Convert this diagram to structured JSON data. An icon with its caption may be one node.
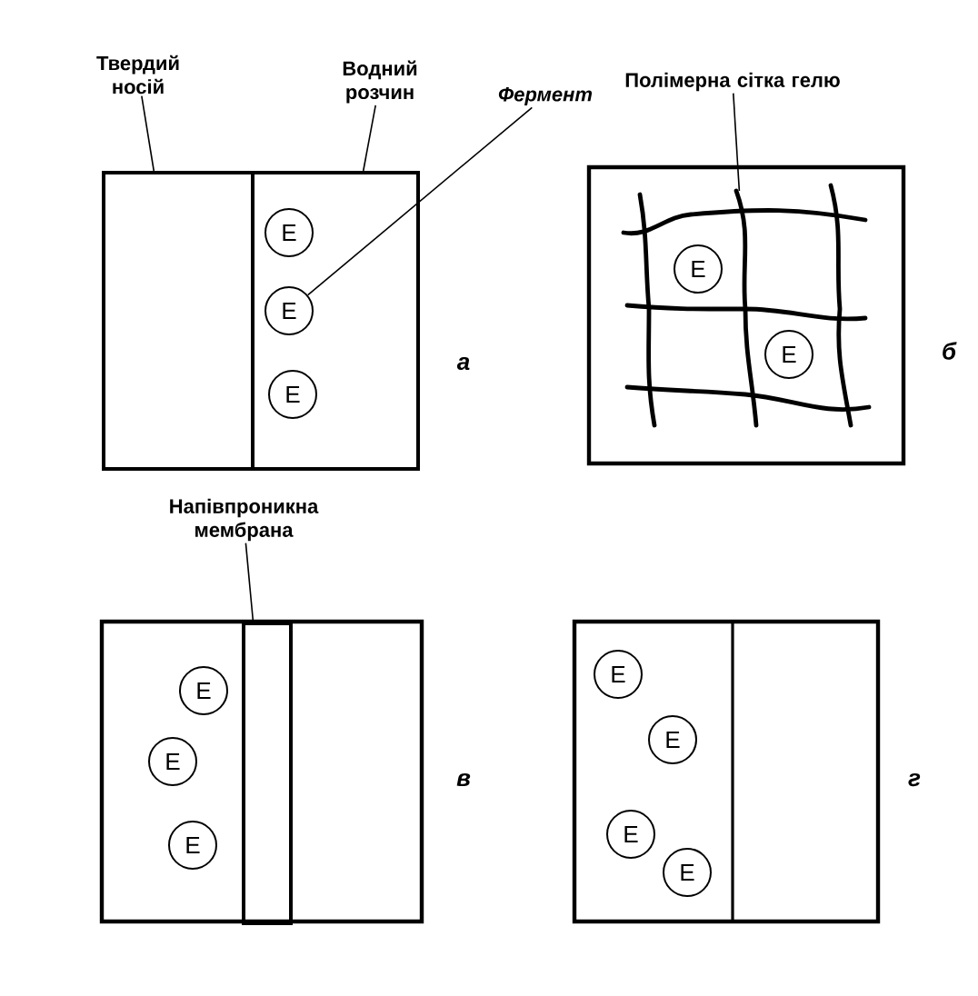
{
  "diagram": {
    "nodes": [
      {
        "text": [
          "Твердий носій"
        ]
      },
      {
        "text": [
          "Водний розчин"
        ]
      },
      {
        "text": [
          "Фермент"
        ]
      },
      {
        "text": [],
        "shape": "box"
      },
      {
        "text": [],
        "shape": "box"
      },
      {
        "text": [
          "E"
        ],
        "in": 4
      },
      {
        "text": [
          "E"
        ],
        "in": 4
      },
      {
        "text": [
          "E"
        ],
        "in": 4
      },
      {
        "text": [
          "Полімерна сітка гелю"
        ]
      },
      {
        "text": [],
        "shape": "picture"
      },
      {
        "text": [
          "E"
        ],
        "in": 9
      },
      {
        "text": [
          "E"
        ],
        "in": 9
      },
      {
        "text": [
          "Напівпроникна мембрана"
        ]
      },
      {
        "text": [],
        "shape": "bar"
      },
      {
        "text": [
          "E"
        ]
      },
      {
        "text": [
          "E"
        ]
      },
      {
        "text": [
          "E"
        ]
      },
      {
        "text": [
          "E"
        ]
      },
      {
        "text": [
          "E"
        ]
      },
      {
        "text": [
          "E"
        ]
      },
      {
        "text": [
          "E"
        ]
      }
    ],
    "edges": [
      {
        "from": 0,
        "to": 3,
        "arrow": "none"
      },
      {
        "from": 1,
        "to": 4,
        "arrow": "none"
      },
      {
        "from": 2,
        "to": 6,
        "arrow": "none"
      },
      {
        "from": 8,
        "to": 9,
        "arrow": "none"
      },
      {
        "from": 12,
        "to": 13,
        "arrow": "none"
      }
    ],
    "labels": [
      "а",
      "б",
      "в",
      "г"
    ]
  }
}
